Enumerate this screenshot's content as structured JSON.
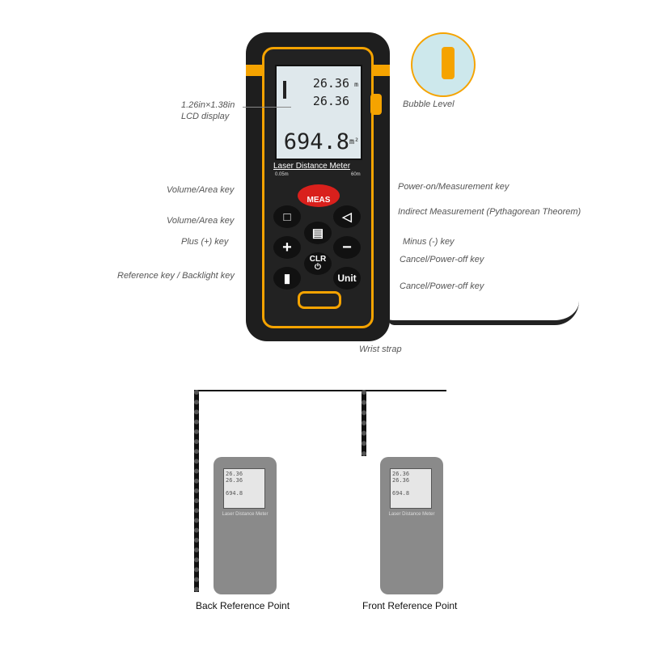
{
  "device": {
    "lcd_top1": "26.36",
    "lcd_top2": "26.36",
    "lcd_unit": "m",
    "lcd_main": "694.8",
    "lcd_main_unit": "m²",
    "brand_text": "Laser Distance Meter",
    "range_min": "0.05m",
    "range_max": "60m",
    "meas_label": "MEAS",
    "clr_label": "CLR",
    "unit_label": "Unit"
  },
  "callouts": {
    "lcd": "1.26in×1.38in\nLCD display",
    "bubble": "Bubble Level",
    "volume1": "Volume/Area key",
    "volume2": "Volume/Area key",
    "plus": "Plus (+) key",
    "reference": "Reference key / Backlight key",
    "power": "Power-on/Measurement key",
    "indirect": "Indirect Measurement (Pythagorean Theorem)",
    "minus": "Minus (-) key",
    "cancel1": "Cancel/Power-off key",
    "cancel2": "Cancel/Power-off key",
    "strap": "Wrist strap"
  },
  "bottom": {
    "back": "Back Reference Point",
    "front": "Front Reference Point"
  },
  "colors": {
    "accent": "#f5a300",
    "body": "#1e1e1e",
    "meas": "#d9201c"
  }
}
